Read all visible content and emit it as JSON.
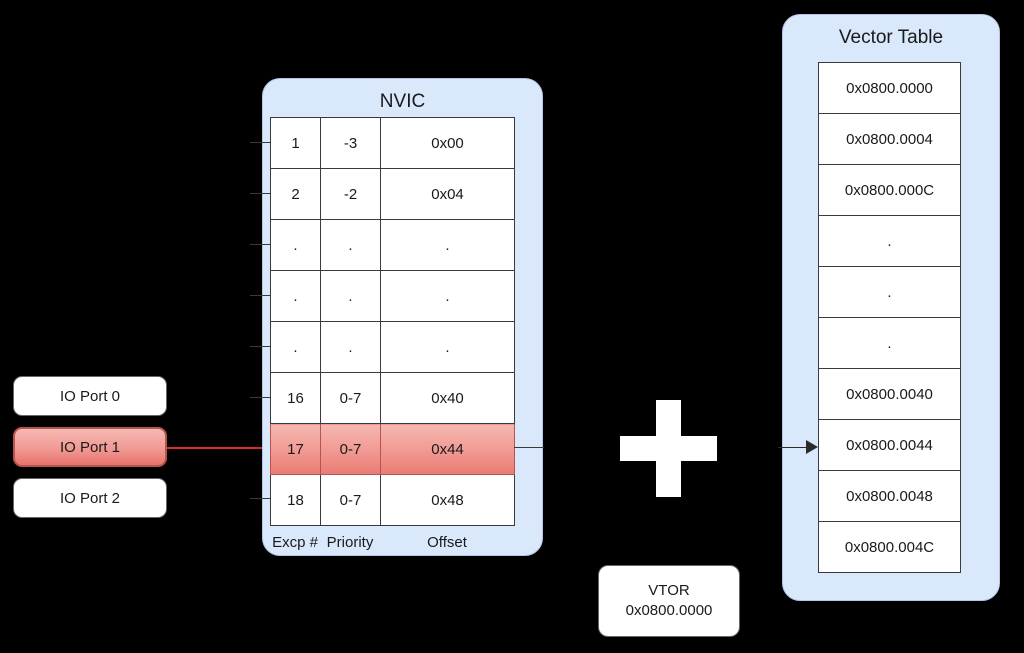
{
  "nvic": {
    "title": "NVIC",
    "columns": [
      "Excp #",
      "Priority",
      "Offset"
    ],
    "rows": [
      {
        "excp": "1",
        "priority": "-3",
        "offset": "0x00",
        "highlighted": false
      },
      {
        "excp": "2",
        "priority": "-2",
        "offset": "0x04",
        "highlighted": false
      },
      {
        "excp": ".",
        "priority": ".",
        "offset": ".",
        "highlighted": false
      },
      {
        "excp": ".",
        "priority": ".",
        "offset": ".",
        "highlighted": false
      },
      {
        "excp": ".",
        "priority": ".",
        "offset": ".",
        "highlighted": false
      },
      {
        "excp": "16",
        "priority": "0-7",
        "offset": "0x40",
        "highlighted": false
      },
      {
        "excp": "17",
        "priority": "0-7",
        "offset": "0x44",
        "highlighted": true
      },
      {
        "excp": "18",
        "priority": "0-7",
        "offset": "0x48",
        "highlighted": false
      }
    ]
  },
  "io_ports": [
    {
      "label": "IO Port 0",
      "selected": false
    },
    {
      "label": "IO Port 1",
      "selected": true
    },
    {
      "label": "IO Port 2",
      "selected": false
    }
  ],
  "operator": {
    "symbol": "+"
  },
  "vtor": {
    "name": "VTOR",
    "value": "0x0800.0000"
  },
  "vector_table": {
    "title": "Vector Table",
    "rows": [
      {
        "address": "0x0800.0000",
        "target": false
      },
      {
        "address": "0x0800.0004",
        "target": false
      },
      {
        "address": "0x0800.000C",
        "target": false
      },
      {
        "address": ".",
        "target": false
      },
      {
        "address": ".",
        "target": false
      },
      {
        "address": ".",
        "target": false
      },
      {
        "address": "0x0800.0040",
        "target": false
      },
      {
        "address": "0x0800.0044",
        "target": true
      },
      {
        "address": "0x0800.0048",
        "target": false
      },
      {
        "address": "0x0800.004C",
        "target": false
      }
    ]
  },
  "colors": {
    "panel_fill": "#dae8fc",
    "panel_stroke": "#b4c7e7",
    "highlight_fill": "#ea7b74",
    "highlight_stroke": "#b85450",
    "link_red": "#d62b2b",
    "cell_fill": "#ffffff",
    "cell_stroke": "#3a3a3a",
    "background": "#000000",
    "text": "#1a1a1a"
  }
}
